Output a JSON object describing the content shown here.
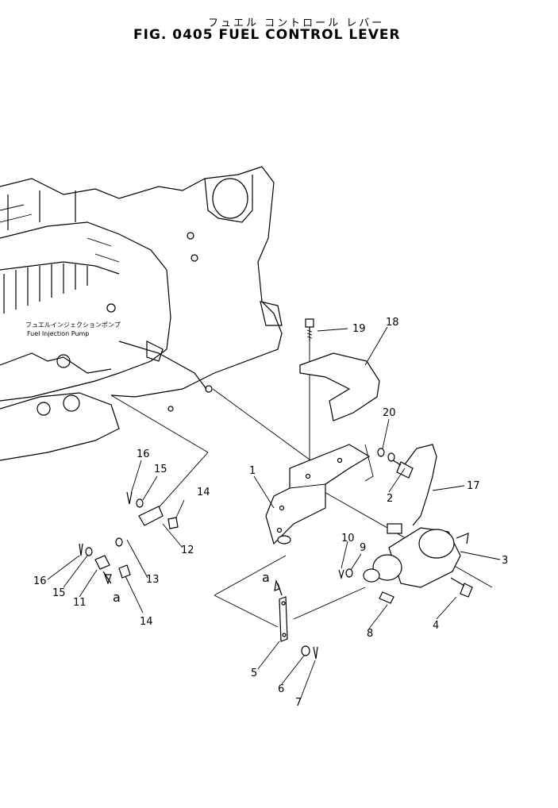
{
  "header": {
    "title_jp": "フュエル コントロール レバー",
    "title_en": "FIG. 0405   FUEL  CONTROL  LEVER"
  },
  "diagram": {
    "pump_label_jp": "フュエルインジェクションポンプ",
    "pump_label_en": "Fuel Injection Pump",
    "callouts": [
      "1",
      "2",
      "3",
      "4",
      "5",
      "6",
      "7",
      "8",
      "9",
      "10",
      "11",
      "12",
      "13",
      "14",
      "14",
      "15",
      "15",
      "16",
      "16",
      "17",
      "18",
      "19",
      "20",
      "a",
      "a"
    ]
  }
}
